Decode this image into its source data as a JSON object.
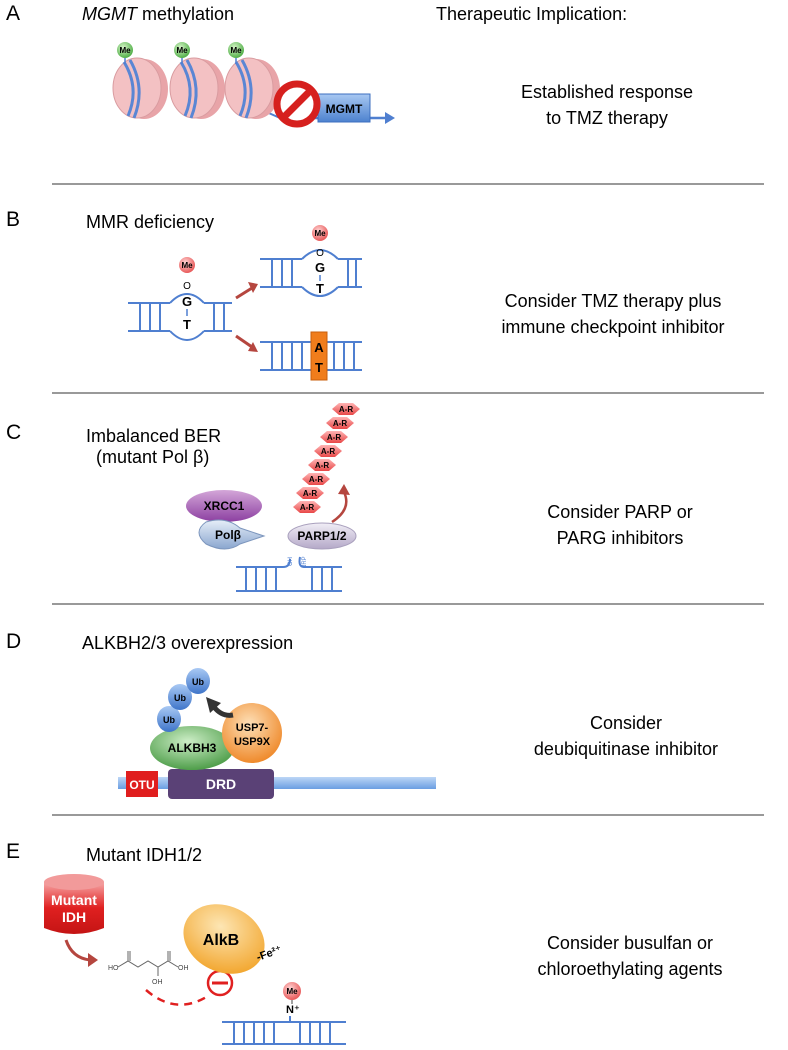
{
  "header": {
    "implication_title": "Therapeutic Implication:"
  },
  "panels": {
    "A": {
      "letter": "A",
      "title_gene": "MGMT",
      "title_rest": " methylation",
      "me": "Me",
      "gene_box": "MGMT",
      "implication": [
        "Established response",
        "to TMZ therapy"
      ]
    },
    "B": {
      "letter": "B",
      "title": "MMR deficiency",
      "me": "Me",
      "o": "O",
      "g": "G",
      "t": "T",
      "a": "A",
      "implication": [
        "Consider TMZ therapy plus",
        "immune checkpoint inhibitor"
      ]
    },
    "C": {
      "letter": "C",
      "title_line1": "Imbalanced BER",
      "title_line2": "(mutant Pol β)",
      "xrcc1": "XRCC1",
      "polb": "Polβ",
      "parp": "PARP1/2",
      "ar": "A-R",
      "oh": "OH",
      "drp": "dRP",
      "implication": [
        "Consider PARP or",
        "PARG inhibitors"
      ]
    },
    "D": {
      "letter": "D",
      "title": "ALKBH2/3 overexpression",
      "ub": "Ub",
      "alkbh3": "ALKBH3",
      "usp_line1": "USP7-",
      "usp_line2": "USP9X",
      "otu": "OTU",
      "drd": "DRD",
      "implication": [
        "Consider",
        "deubiquitinase inhibitor"
      ]
    },
    "E": {
      "letter": "E",
      "title": "Mutant IDH1/2",
      "mutant_idh_line1": "Mutant",
      "mutant_idh_line2": "IDH",
      "alkb": "AlkB",
      "fe": "-Fe²⁺",
      "me": "Me",
      "n": "N⁺",
      "ho_left": "HO",
      "oh_right": "OH",
      "oh_bottom": "OH",
      "implication": [
        "Consider busulfan or",
        "chloroethylating agents"
      ]
    }
  },
  "colors": {
    "dna": "#4f7fd0",
    "divider": "#999999",
    "red_arrow": "#b5463f",
    "me_circle": "#f07070",
    "mgmt_box": "#5b8fd6",
    "mutation_base": "#f07d1c"
  }
}
